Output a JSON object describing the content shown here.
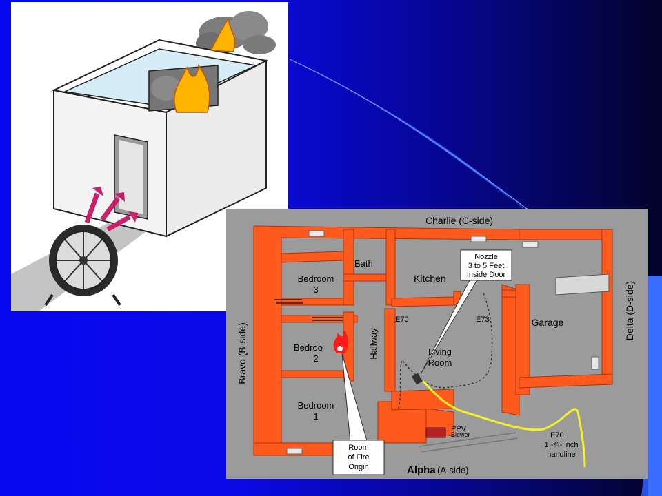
{
  "side_labels": {
    "charlie": "Charlie (C-side)",
    "bravo": "Bravo (B-side)",
    "delta": "Delta (D-side)",
    "alpha": "Alpha",
    "alpha_suffix": "(A-side)"
  },
  "rooms": {
    "bath": "Bath",
    "kitchen": "Kitchen",
    "bedroom3_line1": "Bedroom",
    "bedroom3_line2": "3",
    "bedroom2_line1": "Bedroo",
    "bedroom2_line2": "2",
    "bedroom1_line1": "Bedroom",
    "bedroom1_line2": "1",
    "hallway": "Hallway",
    "living_line1": "Living",
    "living_line2": "Room",
    "garage": "Garage"
  },
  "engines": {
    "e70_inside": "E70",
    "e73": "E73",
    "e70_outside": "E70"
  },
  "callouts": {
    "nozzle": [
      "Nozzle",
      "3 to 5 Feet",
      "Inside Door"
    ],
    "origin": [
      "Room",
      "of Fire",
      "Origin"
    ]
  },
  "ppv": {
    "label": "PPV",
    "sub": "Blower"
  },
  "handline": {
    "line1": "1 -¾- inch",
    "line2": "handline"
  },
  "colors": {
    "wall_orange": "#ff5a1e",
    "floor_gray": "#9b9b9b",
    "handline_yellow": "#f6ef2a",
    "flame": "#ffb400"
  }
}
